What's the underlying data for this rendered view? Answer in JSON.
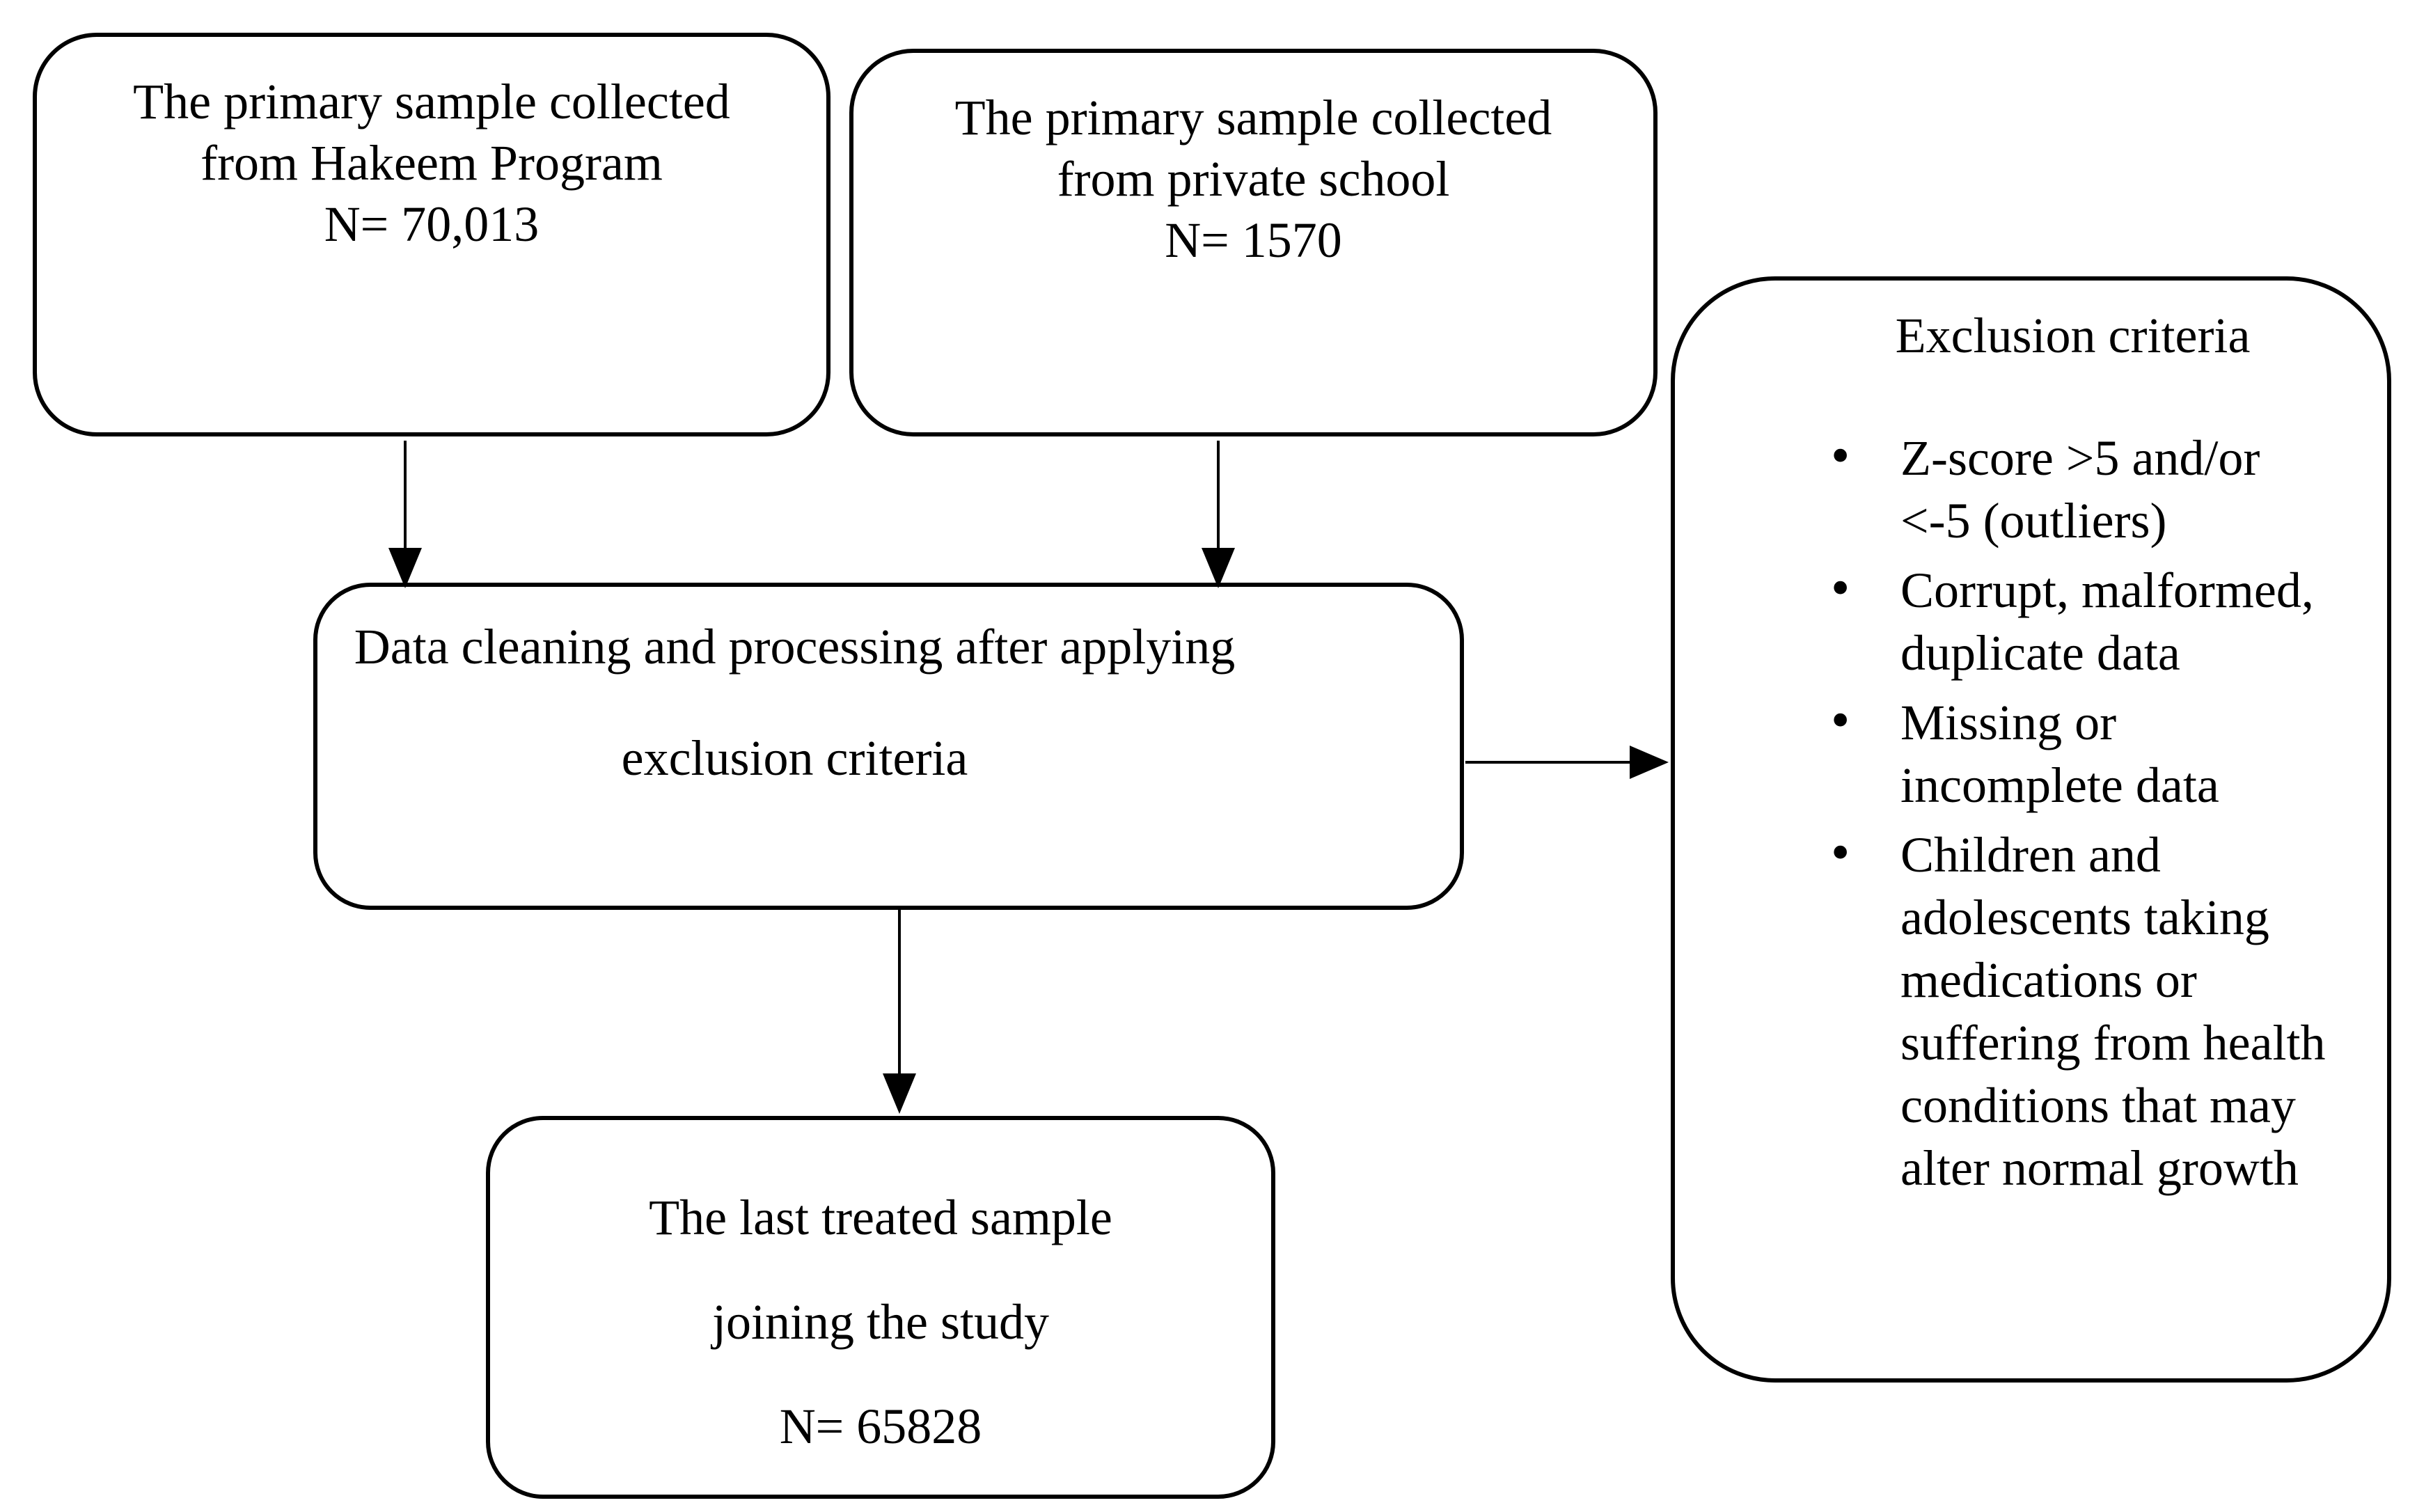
{
  "page": {
    "background_color": "#ffffff",
    "ink_color": "#000000"
  },
  "diagram": {
    "boxes": {
      "hakeem_sample": {
        "lines": [
          "The primary sample collected",
          "from Hakeem Program",
          "N= 70,013"
        ]
      },
      "private_school_sample": {
        "lines": [
          "The primary sample collected",
          "from private school",
          "N= 1570"
        ]
      },
      "data_cleaning": {
        "lines": [
          "Data cleaning and processing after applying",
          "exclusion criteria"
        ]
      },
      "final_sample": {
        "lines": [
          "The last treated sample",
          "joining the study",
          "N= 65828"
        ]
      },
      "exclusion_criteria": {
        "title": "Exclusion criteria",
        "bullets": [
          "Z-score >5 and/or <-5 (outliers)",
          "Corrupt, malformed, duplicate data",
          "Missing or incomplete data",
          "Children and adolescents taking medications or suffering from health conditions that may alter normal growth"
        ]
      }
    },
    "arrows": [
      {
        "from": "hakeem_sample",
        "to": "data_cleaning",
        "direction": "down"
      },
      {
        "from": "private_school_sample",
        "to": "data_cleaning",
        "direction": "down"
      },
      {
        "from": "data_cleaning",
        "to": "exclusion_criteria",
        "direction": "right"
      },
      {
        "from": "data_cleaning",
        "to": "final_sample",
        "direction": "down"
      }
    ]
  }
}
